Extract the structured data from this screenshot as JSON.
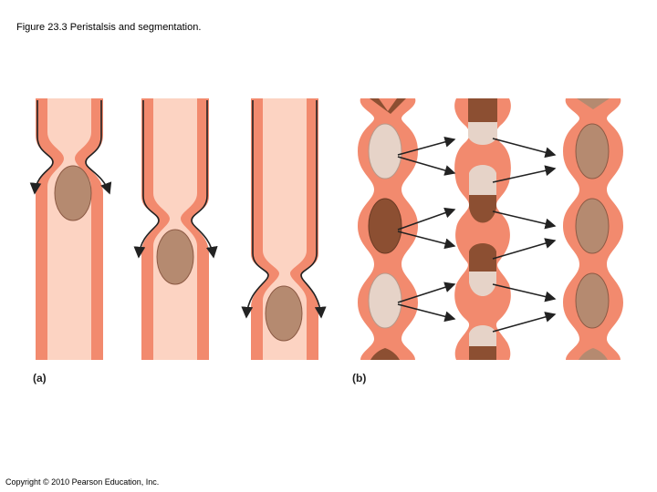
{
  "figure": {
    "title": "Figure 23.3 Peristalsis and segmentation.",
    "copyright": "Copyright © 2010 Pearson Education, Inc."
  },
  "panels": {
    "a_label": "(a)",
    "b_label": "(b)"
  },
  "colors": {
    "wall": "#f28a6e",
    "lumen": "#fcd3c2",
    "bolus": "#b58a70",
    "chyme_dark": "#8c4f32",
    "chyme_light": "#e6d3c8",
    "arrow": "#222222"
  }
}
